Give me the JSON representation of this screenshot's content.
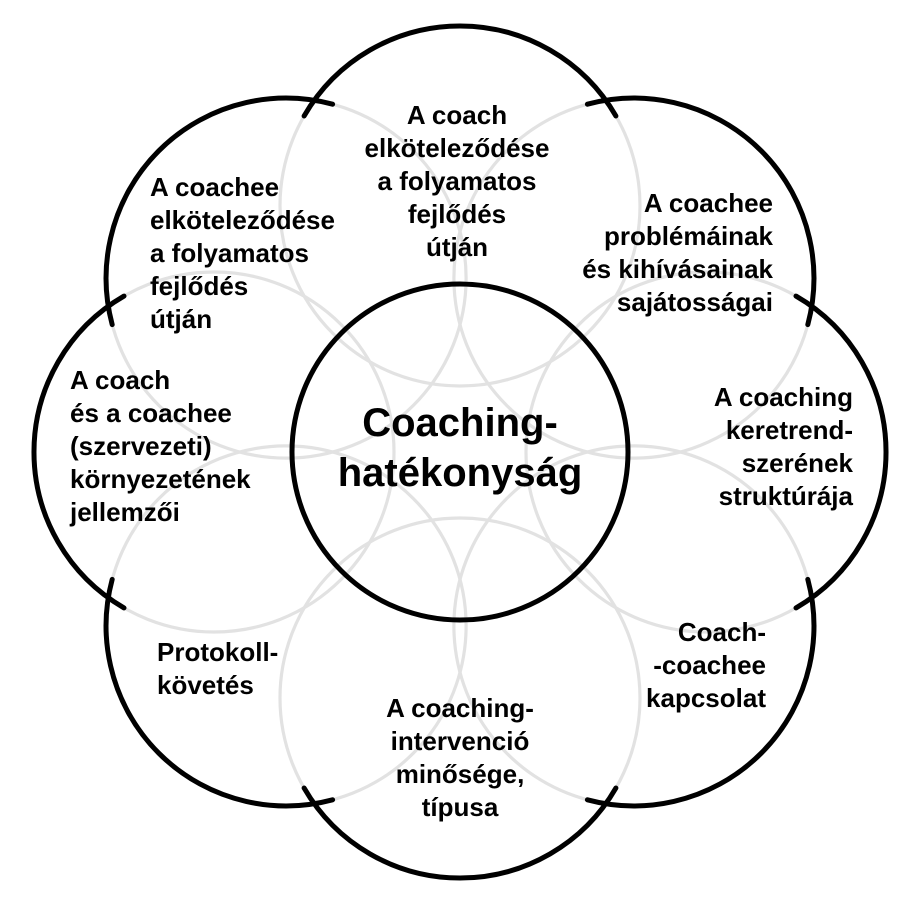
{
  "diagram": {
    "center_label": "Coaching-\nhatékonyság",
    "petals": [
      {
        "position": "top",
        "label": "A coach\nelköteleződése\na folyamatos\nfejlődés\nútján"
      },
      {
        "position": "top-right",
        "label": "A coachee\nproblémáinak\nés kihívásainak\nsajátosságai"
      },
      {
        "position": "right",
        "label": "A coaching\nkeretrend-\nszerének\nstruktúrája"
      },
      {
        "position": "bottom-right",
        "label": "Coach-\n-coachee\nkapcsolat"
      },
      {
        "position": "bottom",
        "label": "A coaching-\nintervenció\nminősége,\ntípusa"
      },
      {
        "position": "bottom-left",
        "label": "Protokoll-\nkövetés"
      },
      {
        "position": "left",
        "label": "A coach\nés a coachee\n(szervezeti)\nkörnyezetének\njellemzői"
      },
      {
        "position": "top-left",
        "label": "A coachee\nelköteleződése\na folyamatos\nfejlődés\nútján"
      }
    ],
    "colors": {
      "outline": "#000000",
      "petal_ring": "#e2e2e2",
      "text": "#000000",
      "background": "#ffffff"
    }
  }
}
